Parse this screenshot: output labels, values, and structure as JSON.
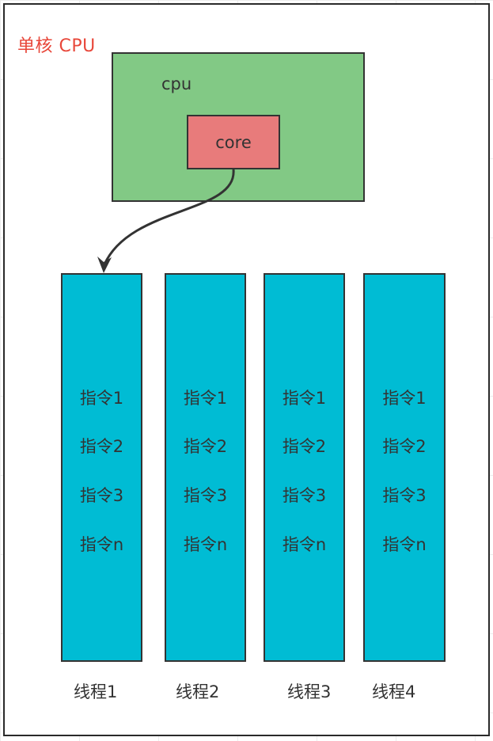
{
  "title": "单核 CPU",
  "cpu": {
    "label": "cpu"
  },
  "core": {
    "label": "core"
  },
  "threads": [
    {
      "label": "线程1",
      "instructions": [
        "指令1",
        "指令2",
        "指令3",
        "指令n"
      ]
    },
    {
      "label": "线程2",
      "instructions": [
        "指令1",
        "指令2",
        "指令3",
        "指令n"
      ]
    },
    {
      "label": "线程3",
      "instructions": [
        "指令1",
        "指令2",
        "指令3",
        "指令n"
      ]
    },
    {
      "label": "线程4",
      "instructions": [
        "指令1",
        "指令2",
        "指令3",
        "指令n"
      ]
    }
  ],
  "colors": {
    "title": "#e8473a",
    "cpu_fill": "#82c985",
    "core_fill": "#e87b7b",
    "thread_fill": "#00bcd4",
    "stroke": "#333333"
  }
}
